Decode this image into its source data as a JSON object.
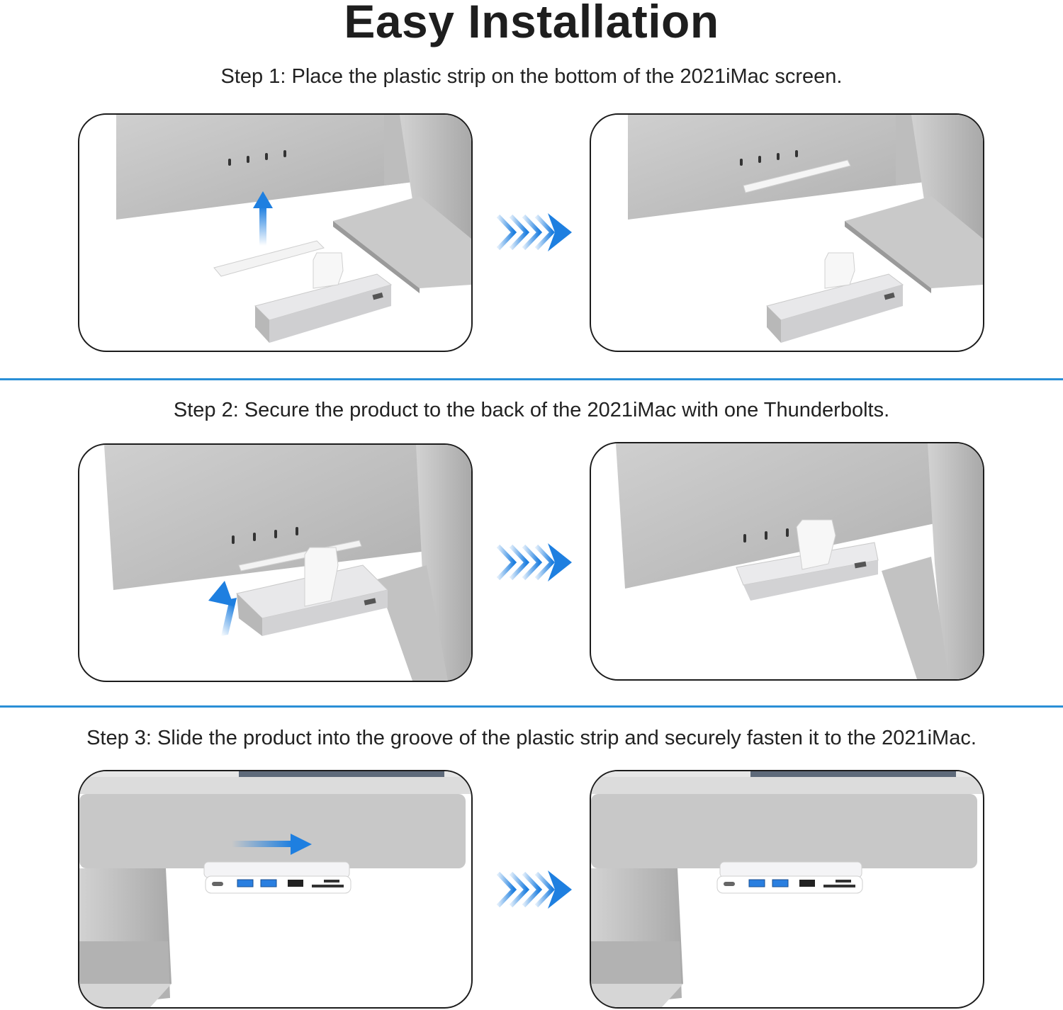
{
  "title": "Easy Installation",
  "steps": [
    {
      "text": "Step 1: Place the plastic strip on the bottom of the 2021iMac screen."
    },
    {
      "text": "Step 2: Secure the product to the back of the 2021iMac with one Thunderbolts."
    },
    {
      "text": "Step 3: Slide the product into the groove of the plastic strip and securely fasten it to the 2021iMac."
    }
  ],
  "colors": {
    "divider": "#2a8fd6",
    "accent_arrow": "#1e7fe0",
    "imac_silver": "#c4c4c4",
    "hub_white": "#f4f4f6"
  },
  "icons": [
    "up-arrow-icon",
    "diagonal-arrow-icon",
    "right-arrow-icon",
    "chevron-arrows-icon"
  ]
}
